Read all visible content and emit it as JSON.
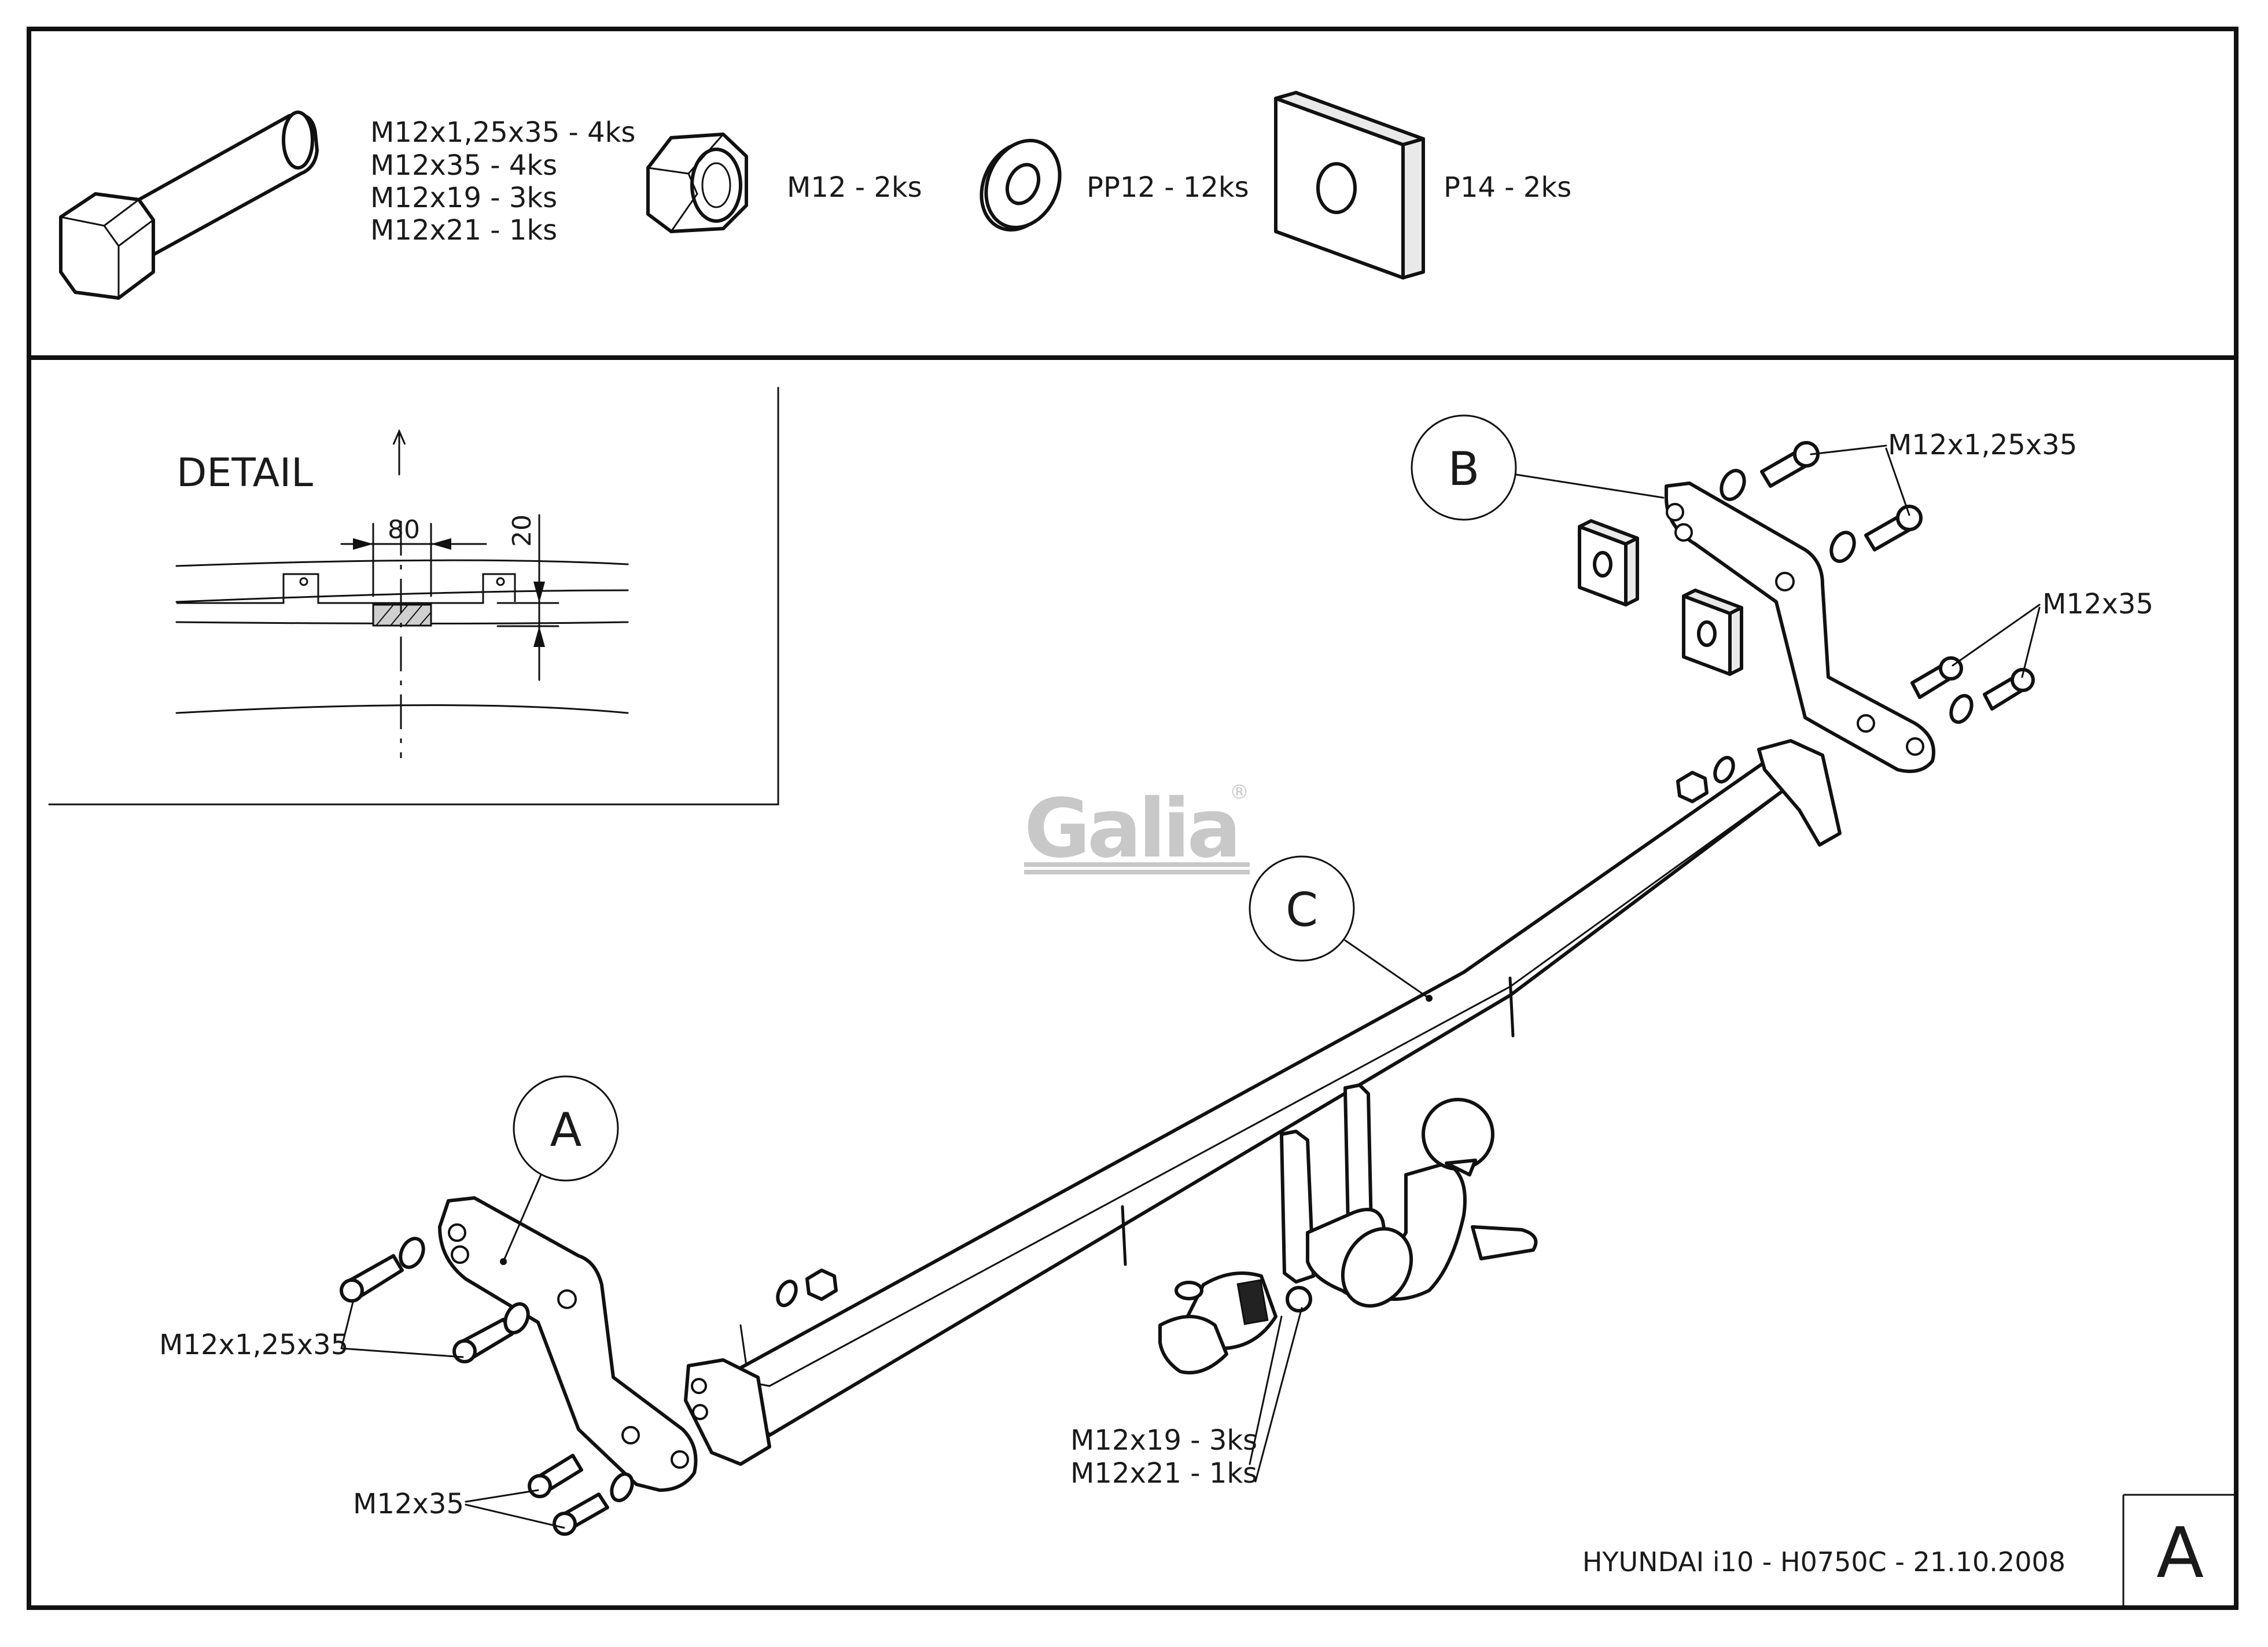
{
  "parts_list": {
    "bolt_label": [
      "M12x1,25x35 - 4ks",
      "M12x35 - 4ks",
      "M12x19 - 3ks",
      "M12x21 - 1ks"
    ],
    "nut_label": "M12 - 2ks",
    "washer_label": "PP12 - 12ks",
    "plate_label": "P14 - 2ks"
  },
  "detail": {
    "title": "DETAIL",
    "width_dim": "80",
    "height_dim": "20"
  },
  "callouts": {
    "a": "A",
    "b": "B",
    "c": "C"
  },
  "labels": {
    "right_top_bolts": "M12x1,25x35",
    "right_mid_bolts": "M12x35",
    "left_top_bolts": "M12x1,25x35",
    "left_bottom_bolts": "M12x35",
    "ball_bolts": [
      "M12x19 - 3ks",
      "M12x21 - 1ks"
    ]
  },
  "logo": {
    "text": "Galia",
    "registered": "®"
  },
  "title_block": {
    "drawing_id": "HYUNDAI i10 - H0750C - 21.10.2008",
    "sheet": "A"
  }
}
